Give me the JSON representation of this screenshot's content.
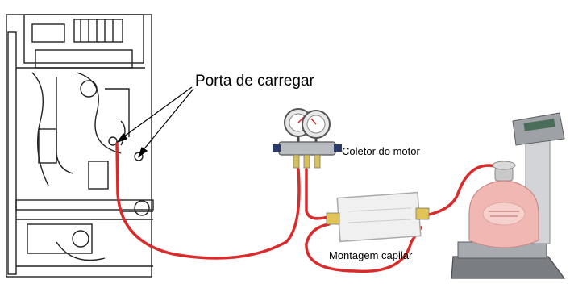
{
  "labels": {
    "charge_port": "Porta de carregar",
    "manifold": "Coletor do motor",
    "capillary": "Montagem capilar"
  },
  "colors": {
    "hose": "#d92b2b",
    "line": "#222222",
    "cylinder": "#f1b7b3"
  }
}
